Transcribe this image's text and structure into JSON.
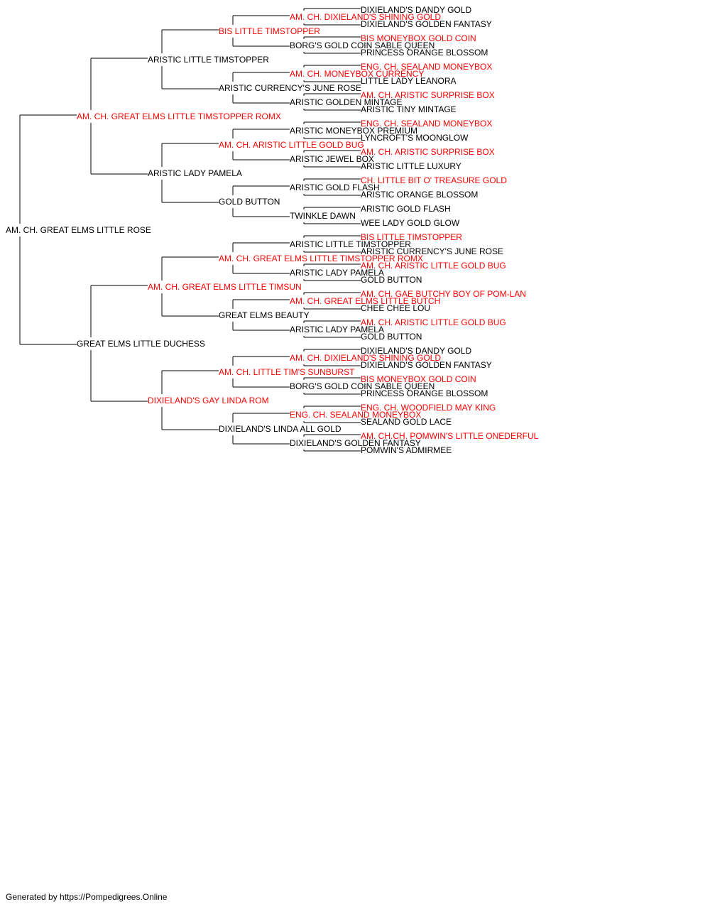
{
  "colors": {
    "champion": "#ff0000",
    "normal": "#000000",
    "line": "#000000"
  },
  "footer": "Generated by https://Pompedigrees.Online",
  "pedigree": {
    "name": "AM. CH. GREAT ELMS LITTLE ROSE",
    "champion": false,
    "sire": {
      "name": "AM. CH. GREAT ELMS LITTLE TIMSTOPPER ROMX",
      "champion": true,
      "sire": {
        "name": "ARISTIC LITTLE TIMSTOPPER",
        "champion": false,
        "sire": {
          "name": "BIS LITTLE TIMSTOPPER",
          "champion": true,
          "sire": {
            "name": "AM. CH. DIXIELAND'S SHINING GOLD",
            "champion": true,
            "sire": {
              "name": "DIXIELAND'S DANDY GOLD",
              "champion": false
            },
            "dam": {
              "name": "DIXIELAND'S GOLDEN FANTASY",
              "champion": false
            }
          },
          "dam": {
            "name": "BORG'S GOLD COIN SABLE QUEEN",
            "champion": false,
            "sire": {
              "name": "BIS MONEYBOX GOLD COIN",
              "champion": true
            },
            "dam": {
              "name": "PRINCESS ORANGE BLOSSOM",
              "champion": false
            }
          }
        },
        "dam": {
          "name": "ARISTIC CURRENCY'S JUNE ROSE",
          "champion": false,
          "sire": {
            "name": "AM. CH. MONEYBOX CURRENCY",
            "champion": true,
            "sire": {
              "name": "ENG. CH. SEALAND MONEYBOX",
              "champion": true
            },
            "dam": {
              "name": "LITTLE LADY LEANORA",
              "champion": false
            }
          },
          "dam": {
            "name": "ARISTIC GOLDEN MINTAGE",
            "champion": false,
            "sire": {
              "name": "AM. CH. ARISTIC SURPRISE BOX",
              "champion": true
            },
            "dam": {
              "name": "ARISTIC TINY MINTAGE",
              "champion": false
            }
          }
        }
      },
      "dam": {
        "name": "ARISTIC LADY PAMELA",
        "champion": false,
        "sire": {
          "name": "AM. CH. ARISTIC LITTLE GOLD BUG",
          "champion": true,
          "sire": {
            "name": "ARISTIC MONEYBOX PREMIUM",
            "champion": false,
            "sire": {
              "name": "ENG. CH. SEALAND MONEYBOX",
              "champion": true
            },
            "dam": {
              "name": "LYNCROFT'S MOONGLOW",
              "champion": false
            }
          },
          "dam": {
            "name": "ARISTIC JEWEL BOX",
            "champion": false,
            "sire": {
              "name": "AM. CH. ARISTIC SURPRISE BOX",
              "champion": true
            },
            "dam": {
              "name": "ARISTIC LITTLE LUXURY",
              "champion": false
            }
          }
        },
        "dam": {
          "name": "GOLD BUTTON",
          "champion": false,
          "sire": {
            "name": "ARISTIC GOLD FLASH",
            "champion": false,
            "sire": {
              "name": "CH. LITTLE BIT O' TREASURE GOLD",
              "champion": true
            },
            "dam": {
              "name": "ARISTIC ORANGE BLOSSOM",
              "champion": false
            }
          },
          "dam": {
            "name": "TWINKLE DAWN",
            "champion": false,
            "sire": {
              "name": "ARISTIC GOLD FLASH",
              "champion": false
            },
            "dam": {
              "name": "WEE LADY GOLD GLOW",
              "champion": false
            }
          }
        }
      }
    },
    "dam": {
      "name": "GREAT ELMS LITTLE DUCHESS",
      "champion": false,
      "sire": {
        "name": "AM. CH. GREAT ELMS LITTLE TIMSUN",
        "champion": true,
        "sire": {
          "name": "AM. CH. GREAT ELMS LITTLE TIMSTOPPER ROMX",
          "champion": true,
          "sire": {
            "name": "ARISTIC LITTLE TIMSTOPPER",
            "champion": false,
            "sire": {
              "name": "BIS LITTLE TIMSTOPPER",
              "champion": true
            },
            "dam": {
              "name": "ARISTIC CURRENCY'S JUNE ROSE",
              "champion": false
            }
          },
          "dam": {
            "name": "ARISTIC LADY PAMELA",
            "champion": false,
            "sire": {
              "name": "AM. CH. ARISTIC LITTLE GOLD BUG",
              "champion": true
            },
            "dam": {
              "name": "GOLD BUTTON",
              "champion": false
            }
          }
        },
        "dam": {
          "name": "GREAT ELMS BEAUTY",
          "champion": false,
          "sire": {
            "name": "AM. CH. GREAT ELMS LITTLE BUTCH",
            "champion": true,
            "sire": {
              "name": "AM. CH. GAE BUTCHY BOY OF POM-LAN",
              "champion": true
            },
            "dam": {
              "name": "CHEE CHEE LOU",
              "champion": false
            }
          },
          "dam": {
            "name": "ARISTIC LADY PAMELA",
            "champion": false,
            "sire": {
              "name": "AM. CH. ARISTIC LITTLE GOLD BUG",
              "champion": true
            },
            "dam": {
              "name": "GOLD BUTTON",
              "champion": false
            }
          }
        }
      },
      "dam": {
        "name": "DIXIELAND'S GAY LINDA ROM",
        "champion": true,
        "sire": {
          "name": "AM. CH. LITTLE TIM'S SUNBURST",
          "champion": true,
          "sire": {
            "name": "AM. CH. DIXIELAND'S SHINING GOLD",
            "champion": true,
            "sire": {
              "name": "DIXIELAND'S DANDY GOLD",
              "champion": false
            },
            "dam": {
              "name": "DIXIELAND'S GOLDEN FANTASY",
              "champion": false
            }
          },
          "dam": {
            "name": "BORG'S GOLD COIN SABLE QUEEN",
            "champion": false,
            "sire": {
              "name": "BIS MONEYBOX GOLD COIN",
              "champion": true
            },
            "dam": {
              "name": "PRINCESS ORANGE BLOSSOM",
              "champion": false
            }
          }
        },
        "dam": {
          "name": "DIXIELAND'S LINDA ALL GOLD",
          "champion": false,
          "sire": {
            "name": "ENG. CH. SEALAND MONEYBOX",
            "champion": true,
            "sire": {
              "name": "ENG. CH. WOODFIELD MAY KING",
              "champion": true
            },
            "dam": {
              "name": "SEALAND GOLD LACE",
              "champion": false
            }
          },
          "dam": {
            "name": "DIXIELAND'S GOLDEN FANTASY",
            "champion": false,
            "sire": {
              "name": "AM. CH.CH. POMWIN'S LITTLE ONEDERFUL",
              "champion": true
            },
            "dam": {
              "name": "POMWIN'S ADMIRMEE",
              "champion": false
            }
          }
        }
      }
    }
  }
}
